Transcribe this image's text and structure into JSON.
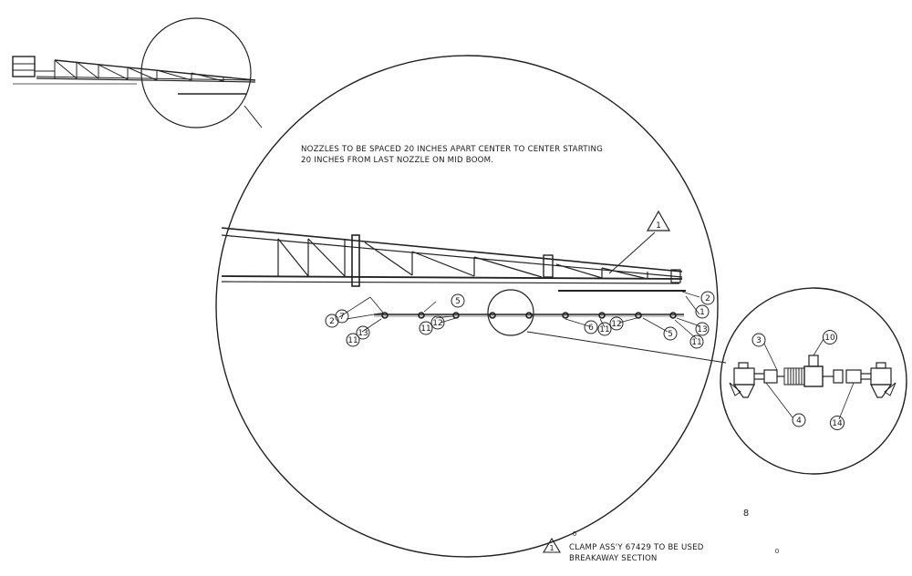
{
  "notes": {
    "spacing_line1": "NOZZLES TO BE SPACED 20 INCHES APART CENTER TO CENTER STARTING",
    "spacing_line2": "20 INCHES FROM LAST NOZZLE ON MID BOOM.",
    "clamp_line1": "CLAMP ASS'Y 67429 TO BE USED",
    "clamp_line2": "BREAKAWAY SECTION",
    "warning_flag": "1"
  },
  "callouts": {
    "boom_flag": "1",
    "left_2": "2",
    "left_7": "7",
    "left_11": "11",
    "left_13": "13",
    "mid_5": "5",
    "mid_11": "11",
    "mid_12": "12",
    "right_6": "6",
    "right_11a": "11",
    "right_12": "12",
    "right_5": "5",
    "right_13": "13",
    "right_11b": "11",
    "end_2": "2",
    "end_1": "1",
    "detail_3": "3",
    "detail_10": "10",
    "detail_4": "4",
    "detail_14": "14"
  },
  "stray_marks": {
    "mark_a": "8",
    "mark_b": "0",
    "mark_c": "0"
  }
}
